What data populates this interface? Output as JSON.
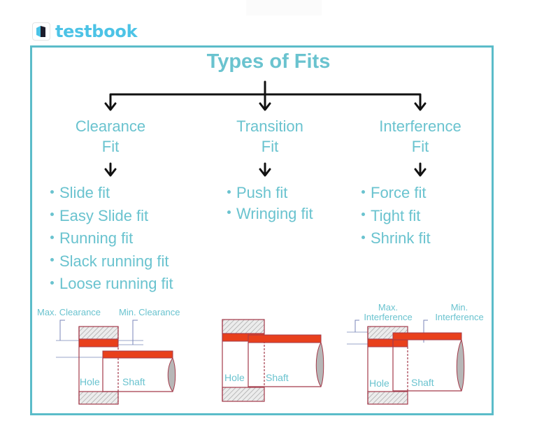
{
  "brand": {
    "name": "testbook",
    "icon": "book-icon",
    "color": "#4cc3e6"
  },
  "colors": {
    "frame": "#5bbcc9",
    "text": "#6ac3cf",
    "arrow": "#111111",
    "tolerance_band": "#e8401c",
    "outline": "#a33a4a",
    "hatch": "#cfcfcf"
  },
  "title": "Types of Fits",
  "categories": [
    {
      "name_line1": "Clearance",
      "name_line2": "Fit",
      "items": [
        "Slide fit",
        "Easy Slide fit",
        "Running fit",
        "Slack running fit",
        "Loose running fit"
      ],
      "figure": {
        "label_left": "Max. Clearance",
        "label_right": "Min. Clearance",
        "hole": "Hole",
        "shaft": "Shaft"
      }
    },
    {
      "name_line1": "Transition",
      "name_line2": "Fit",
      "items": [
        "Push fit",
        "Wringing fit"
      ],
      "figure": {
        "hole": "Hole",
        "shaft": "Shaft"
      }
    },
    {
      "name_line1": "Interference",
      "name_line2": "Fit",
      "items": [
        "Force fit",
        "Tight fit",
        "Shrink fit"
      ],
      "figure": {
        "label_left_line1": "Max.",
        "label_left_line2": "Interference",
        "label_right_line1": "Min.",
        "label_right_line2": "Interference",
        "hole": "Hole",
        "shaft": "Shaft"
      }
    }
  ]
}
